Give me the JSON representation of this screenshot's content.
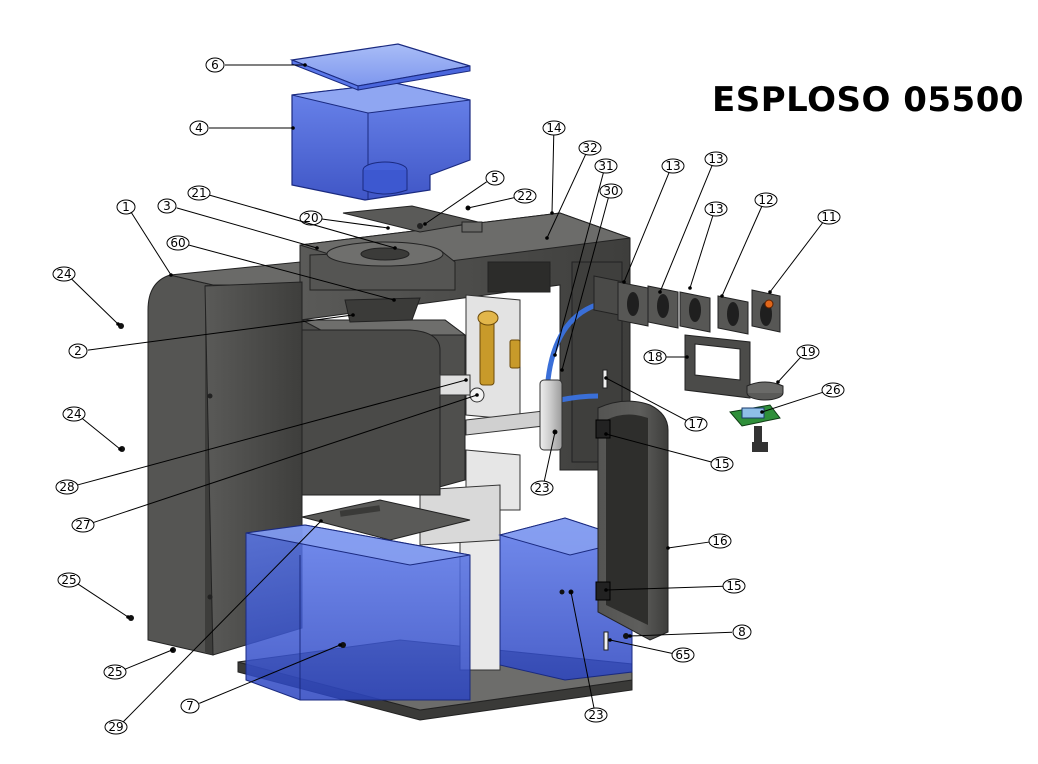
{
  "title": "ESPLOSO 05500",
  "callouts": [
    {
      "id": "c6",
      "label": "6"
    },
    {
      "id": "c4",
      "label": "4"
    },
    {
      "id": "c14",
      "label": "14"
    },
    {
      "id": "c32",
      "label": "32"
    },
    {
      "id": "c31",
      "label": "31"
    },
    {
      "id": "c30",
      "label": "30"
    },
    {
      "id": "c13a",
      "label": "13"
    },
    {
      "id": "c13b",
      "label": "13"
    },
    {
      "id": "c13c",
      "label": "13"
    },
    {
      "id": "c12",
      "label": "12"
    },
    {
      "id": "c11",
      "label": "11"
    },
    {
      "id": "c5",
      "label": "5"
    },
    {
      "id": "c22",
      "label": "22"
    },
    {
      "id": "c20",
      "label": "20"
    },
    {
      "id": "c21",
      "label": "21"
    },
    {
      "id": "c3",
      "label": "3"
    },
    {
      "id": "c1",
      "label": "1"
    },
    {
      "id": "c60",
      "label": "60"
    },
    {
      "id": "c24a",
      "label": "24"
    },
    {
      "id": "c2",
      "label": "2"
    },
    {
      "id": "c24b",
      "label": "24"
    },
    {
      "id": "c18",
      "label": "18"
    },
    {
      "id": "c19",
      "label": "19"
    },
    {
      "id": "c26",
      "label": "26"
    },
    {
      "id": "c17",
      "label": "17"
    },
    {
      "id": "c15a",
      "label": "15"
    },
    {
      "id": "c28",
      "label": "28"
    },
    {
      "id": "c27",
      "label": "27"
    },
    {
      "id": "c23a",
      "label": "23"
    },
    {
      "id": "c16",
      "label": "16"
    },
    {
      "id": "c25a",
      "label": "25"
    },
    {
      "id": "c15b",
      "label": "15"
    },
    {
      "id": "c8",
      "label": "8"
    },
    {
      "id": "c65",
      "label": "65"
    },
    {
      "id": "c25b",
      "label": "25"
    },
    {
      "id": "c7",
      "label": "7"
    },
    {
      "id": "c23b",
      "label": "23"
    },
    {
      "id": "c29",
      "label": "29"
    }
  ],
  "colors": {
    "body_dark": "#4a4a48",
    "body_mid": "#5c5c5a",
    "body_light": "#8a8a88",
    "plastic_blue": "#3a55d0",
    "plastic_blue_light": "#7b96f0",
    "chrome": "#d8d8d8",
    "brass": "#c89a2a",
    "hose_blue": "#3a6fd8"
  }
}
